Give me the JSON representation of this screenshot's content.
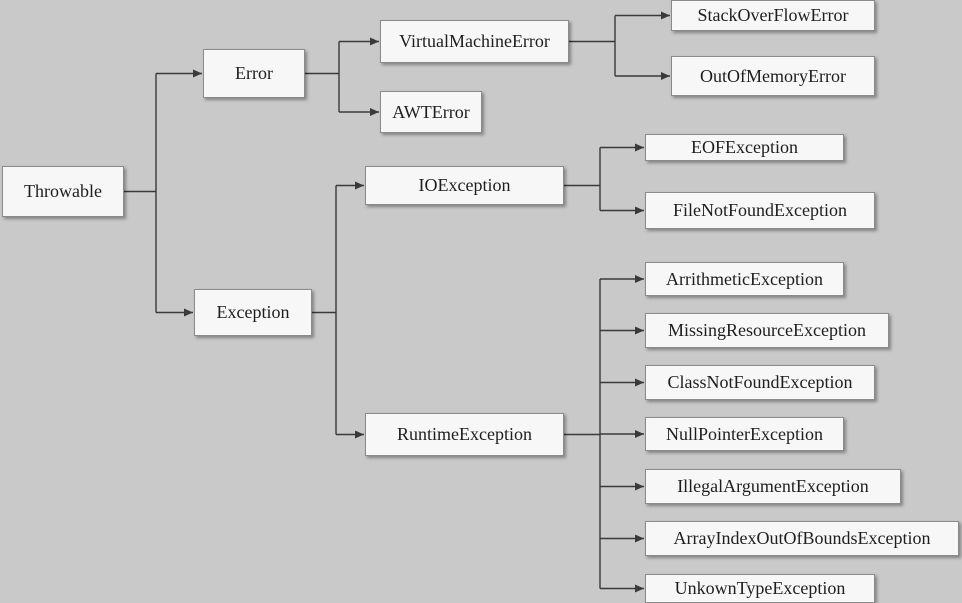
{
  "diagram": {
    "nodes": [
      {
        "id": "throwable",
        "label": "Throwable"
      },
      {
        "id": "error",
        "label": "Error"
      },
      {
        "id": "exception",
        "label": "Exception"
      },
      {
        "id": "virtualmachineerror",
        "label": "VirtualMachineError"
      },
      {
        "id": "awterror",
        "label": "AWTError"
      },
      {
        "id": "stackoverflowerror",
        "label": "StackOverFlowError"
      },
      {
        "id": "outofmemoryerror",
        "label": "OutOfMemoryError"
      },
      {
        "id": "ioexception",
        "label": "IOException"
      },
      {
        "id": "runtimeexception",
        "label": "RuntimeException"
      },
      {
        "id": "eofexception",
        "label": "EOFException"
      },
      {
        "id": "filenotfoundexception",
        "label": "FileNotFoundException"
      },
      {
        "id": "arrithmeticexception",
        "label": "ArrithmeticException"
      },
      {
        "id": "missingresourceexception",
        "label": "MissingResourceException"
      },
      {
        "id": "classnotfoundexception",
        "label": "ClassNotFoundException"
      },
      {
        "id": "nullpointerexception",
        "label": "NullPointerException"
      },
      {
        "id": "illegalargumentexception",
        "label": "IllegalArgumentException"
      },
      {
        "id": "arrayindexoutofboundsexception",
        "label": "ArrayIndexOutOfBoundsException"
      },
      {
        "id": "unkowntypeexception",
        "label": "UnkownTypeException"
      }
    ],
    "edges": [
      {
        "from": "throwable",
        "to": "error"
      },
      {
        "from": "throwable",
        "to": "exception"
      },
      {
        "from": "error",
        "to": "virtualmachineerror"
      },
      {
        "from": "error",
        "to": "awterror"
      },
      {
        "from": "virtualmachineerror",
        "to": "stackoverflowerror"
      },
      {
        "from": "virtualmachineerror",
        "to": "outofmemoryerror"
      },
      {
        "from": "exception",
        "to": "ioexception"
      },
      {
        "from": "exception",
        "to": "runtimeexception"
      },
      {
        "from": "ioexception",
        "to": "eofexception"
      },
      {
        "from": "ioexception",
        "to": "filenotfoundexception"
      },
      {
        "from": "runtimeexception",
        "to": "arrithmeticexception"
      },
      {
        "from": "runtimeexception",
        "to": "missingresourceexception"
      },
      {
        "from": "runtimeexception",
        "to": "classnotfoundexception"
      },
      {
        "from": "runtimeexception",
        "to": "nullpointerexception"
      },
      {
        "from": "runtimeexception",
        "to": "illegalargumentexception"
      },
      {
        "from": "runtimeexception",
        "to": "arrayindexoutofboundsexception"
      },
      {
        "from": "runtimeexception",
        "to": "unkowntypeexception"
      }
    ]
  },
  "colors": {
    "background": "#c9c9c9",
    "node_fill": "#f7f7f7",
    "node_border": "#8a8a8a",
    "line": "#3a3a3a"
  }
}
